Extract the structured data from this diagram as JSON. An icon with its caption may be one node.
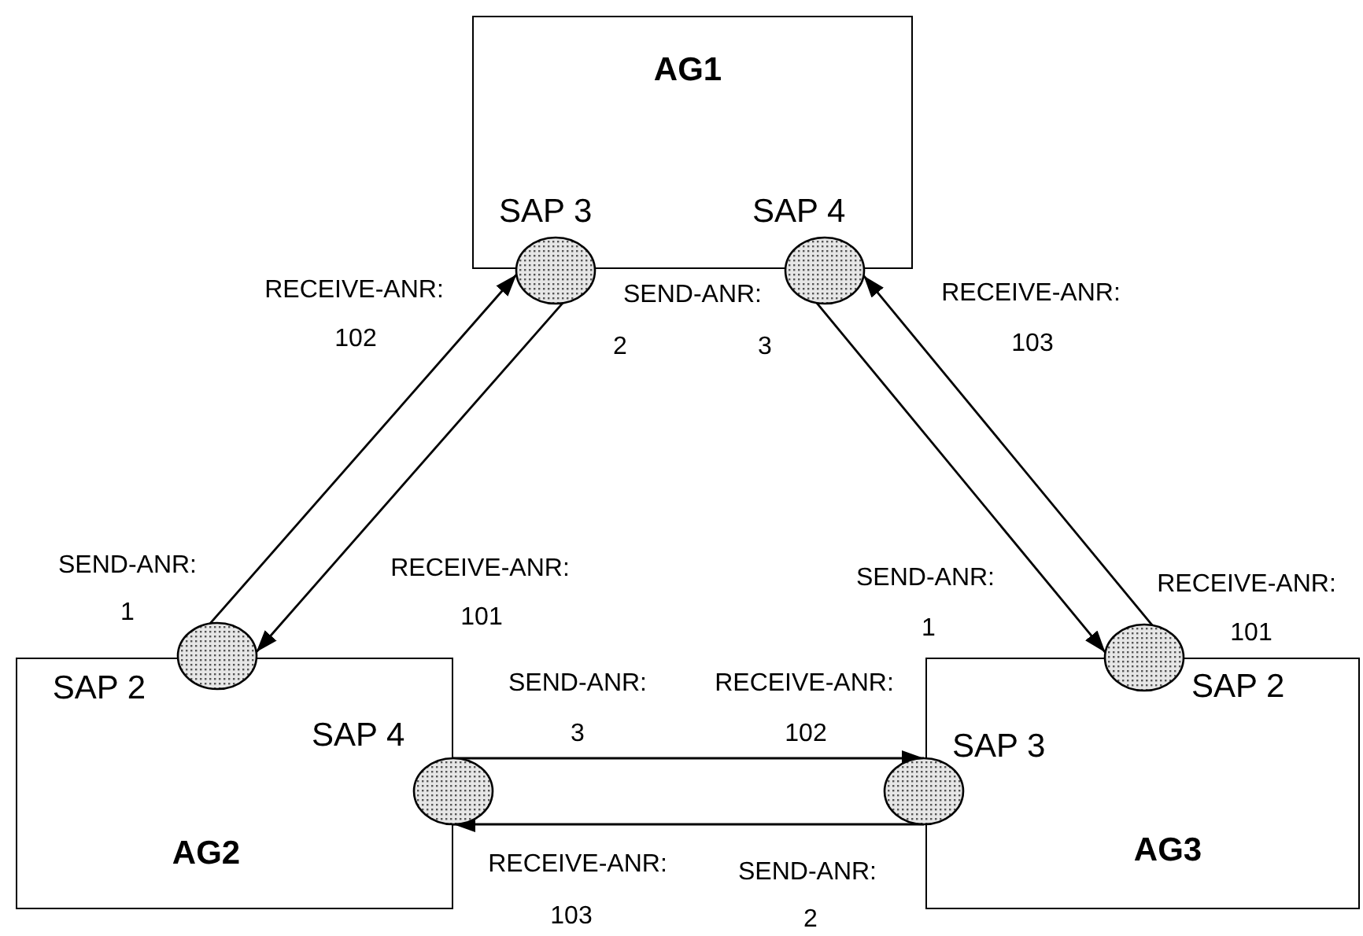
{
  "diagram": {
    "nodes": [
      {
        "text": [
          "AG1"
        ]
      },
      {
        "text": [],
        "shape": "circle",
        "beside": [
          "SAP 3"
        ]
      },
      {
        "text": [],
        "shape": "circle",
        "beside": [
          "SAP 4"
        ]
      },
      {
        "text": [
          "AG2"
        ]
      },
      {
        "text": [],
        "shape": "circle"
      },
      {
        "text": [],
        "shape": "circle",
        "beside": [
          "SAP 4"
        ]
      },
      {
        "text": [
          "AG3"
        ]
      },
      {
        "text": [],
        "shape": "circle",
        "beside": [
          "SAP 3"
        ]
      },
      {
        "text": [],
        "shape": "circle",
        "beside": [
          "SAP 2"
        ]
      }
    ],
    "edges": [
      {
        "from": 4,
        "to": 1,
        "arrow": "to"
      },
      {
        "from": 1,
        "to": 4,
        "arrow": "to"
      },
      {
        "from": 2,
        "to": 8,
        "arrow": "to"
      },
      {
        "from": 8,
        "to": 2,
        "arrow": "to"
      },
      {
        "from": 5,
        "to": 7,
        "arrow": "to"
      },
      {
        "from": 7,
        "to": 5,
        "arrow": "to"
      }
    ],
    "labels": [
      "RECEIVE-ANR:",
      "SEND-ANR:",
      "RECEIVE-ANR:",
      "102",
      "2",
      "3",
      "103",
      "SEND-ANR:",
      "RECEIVE-ANR:",
      "SEND-ANR:",
      "RECEIVE-ANR:",
      "1",
      "101",
      "1",
      "101",
      "SAP 2",
      "SEND-ANR:",
      "RECEIVE-ANR:",
      "3",
      "102",
      "RECEIVE-ANR:",
      "SEND-ANR:",
      "103",
      "2"
    ]
  }
}
